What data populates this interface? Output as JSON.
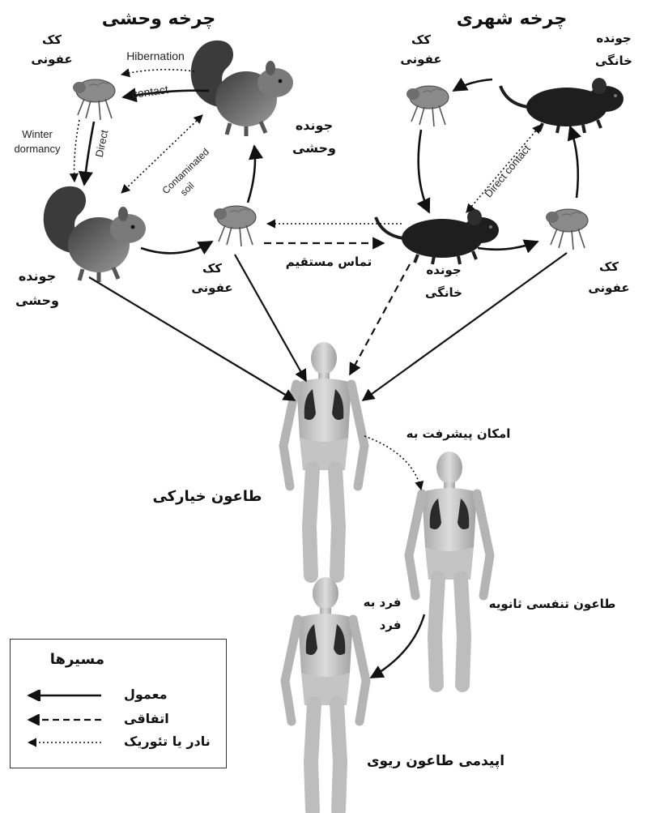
{
  "cycles": {
    "wild": {
      "title": "چرخه وحشی"
    },
    "urban": {
      "title": "چرخه شهری"
    }
  },
  "nodes": {
    "wild_flea_top": {
      "line1": "کک",
      "line2": "عفونی"
    },
    "wild_rodent_top": {
      "line1": "جونده",
      "line2": "وحشی"
    },
    "wild_rodent_left": {
      "line1": "جونده",
      "line2": "وحشی"
    },
    "center_flea": {
      "line1": "کک",
      "line2": "عفونی"
    },
    "urban_flea_top": {
      "line1": "کک",
      "line2": "عفونی"
    },
    "urban_rat_top": {
      "line1": "جونده",
      "line2": "خانگی"
    },
    "urban_rat_center": {
      "line1": "جونده",
      "line2": "خانگی"
    },
    "urban_flea_right": {
      "line1": "کک",
      "line2": "عفونی"
    }
  },
  "edge_labels": {
    "hibernation": "Hibernation",
    "contact": "contact",
    "winter": "Winter",
    "dormancy": "dormancy",
    "direct": "Direct",
    "contaminated": "Contaminated",
    "soil": "soil",
    "direct_contact": "Direct contact",
    "direct_contact_fa": "تماس مستقیم"
  },
  "outcomes": {
    "bubonic": "طاعون خیارکی",
    "progression": "امکان پیشرفت به",
    "secondary_pneumonic": "طاعون تنفسی ثانویه",
    "person_to_person_1": "فرد به",
    "person_to_person_2": "فرد",
    "epidemic": "اپیدمی طاعون ریوی"
  },
  "legend": {
    "title": "مسیرها",
    "items": [
      {
        "style": "solid",
        "label": "معمول"
      },
      {
        "style": "dashed",
        "label": "اتفاقی"
      },
      {
        "style": "dotted",
        "label": "نادر یا تئوریک"
      }
    ]
  },
  "colors": {
    "rat": "#1e1e1e",
    "squirrel": "#6b6b6b",
    "flea": "#8a8a8a",
    "human_skin": "#c9c9c9",
    "lungs": "#2a2a2a",
    "arrow": "#111111"
  }
}
